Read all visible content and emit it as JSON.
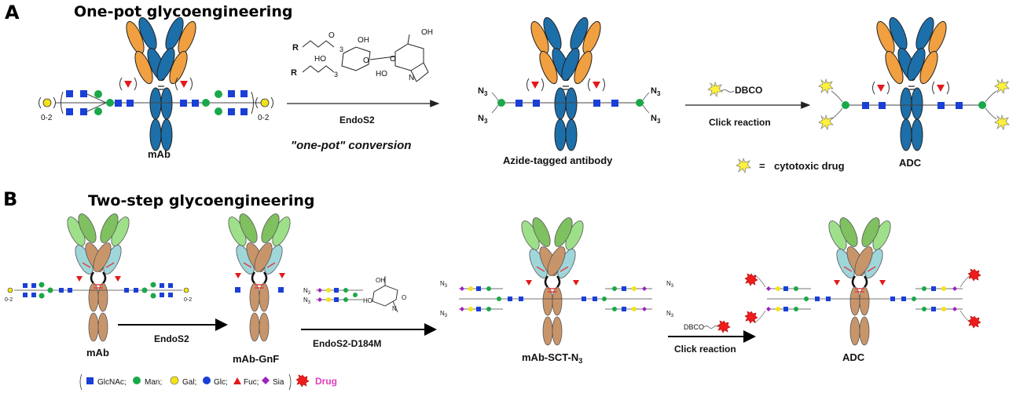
{
  "panel_a": {
    "letter": "A",
    "title": "One-pot glycoengineering",
    "mab_label": "mAb",
    "glycan_range_left": "0-2",
    "glycan_range_right": "0-2",
    "reagent_r1": "R",
    "reagent_r2": "R",
    "reagent_ho1": "HO",
    "reagent_oh1": "OH",
    "reagent_ho2": "HO",
    "reagent_oh2": "OH",
    "reagent_o1": "O",
    "reagent_o2": "O",
    "reagent_o3": "O",
    "reagent_n": "N",
    "reagent_sub3a": "3",
    "reagent_sub3b": "3",
    "enzyme": "EndoS2",
    "conversion": "\"one-pot\" conversion",
    "azide_label": "Azide-tagged antibody",
    "n3_label": "N",
    "n3_sub": "3",
    "dbco": "DBCO",
    "click": "Click reaction",
    "adc_label": "ADC",
    "legend_eq": "=",
    "legend_text": "cytotoxic drug"
  },
  "panel_b": {
    "letter": "B",
    "title": "Two-step glycoengineering",
    "mab_label": "mAb",
    "glycan_range_left": "0-2",
    "glycan_range_right": "0-2",
    "enzyme1": "EndoS2",
    "mab_gnf_label": "mAb-GnF",
    "enzyme2": "EndoS2-D184M",
    "n3_label": "N",
    "n3_sub": "3",
    "oh": "OH",
    "ho": "HO",
    "n": "N",
    "o": "O",
    "sct_label": "mAb-SCT-N",
    "sct_sub": "3",
    "dbco": "DBCO",
    "click": "Click reaction",
    "adc_label": "ADC",
    "legend": {
      "glcnac": "GlcNAc;",
      "man": "Man;",
      "gal": "Gal;",
      "glc": "Glc;",
      "fuc": "Fuc;",
      "sia": "Sia",
      "drug": "Drug"
    }
  },
  "colors": {
    "glcnac": "#1a3fd6",
    "man": "#1aa84a",
    "gal": "#f2e21a",
    "fuc": "#e21a1a",
    "sia": "#a020c0",
    "drug": "#ee1c1c",
    "heavy_blue": "#1d6faa",
    "light_orange": "#f0a040",
    "heavy_brown": "#c8956a",
    "light_green": "#9ee08a",
    "light_teal": "#9fd6da",
    "drug_legend": "#e040c0"
  }
}
